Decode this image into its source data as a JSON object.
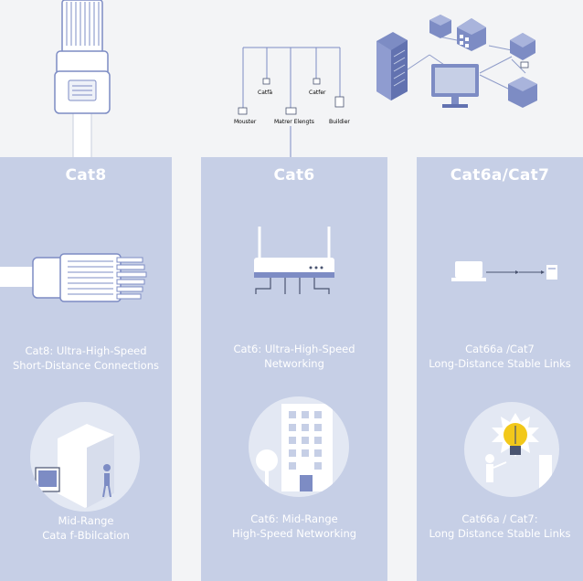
{
  "top_diagram": {
    "labels_top": [
      "Catfä",
      "Catfer"
    ],
    "labels_bottom": [
      "Mouster",
      "Matrer Elengts",
      "Buildier"
    ]
  },
  "panels": [
    {
      "title": "Cat8",
      "desc": [
        "Cat8: Ultra-High-Speed",
        "Short-Distance Connections"
      ],
      "bottom": [
        "Mid-Range",
        "Cata f‑Bbilcation"
      ]
    },
    {
      "title": "Cat6",
      "desc": [
        "Cat6: Ultra-High-Speed",
        "Networking"
      ],
      "bottom": [
        "Cat6: Mid-Range",
        "High-Speed Networking"
      ]
    },
    {
      "title": "Cat6a/Cat7",
      "desc": [
        "Cat66a /Cat7",
        "Long-Distance Stable Links"
      ],
      "bottom": [
        "Cat66a / Cat7:",
        "Long Distance Stable Links"
      ]
    }
  ],
  "colors": {
    "panel": "#c6cfe6",
    "accent": "#7d8cc4",
    "bulb": "#f2c81a"
  }
}
